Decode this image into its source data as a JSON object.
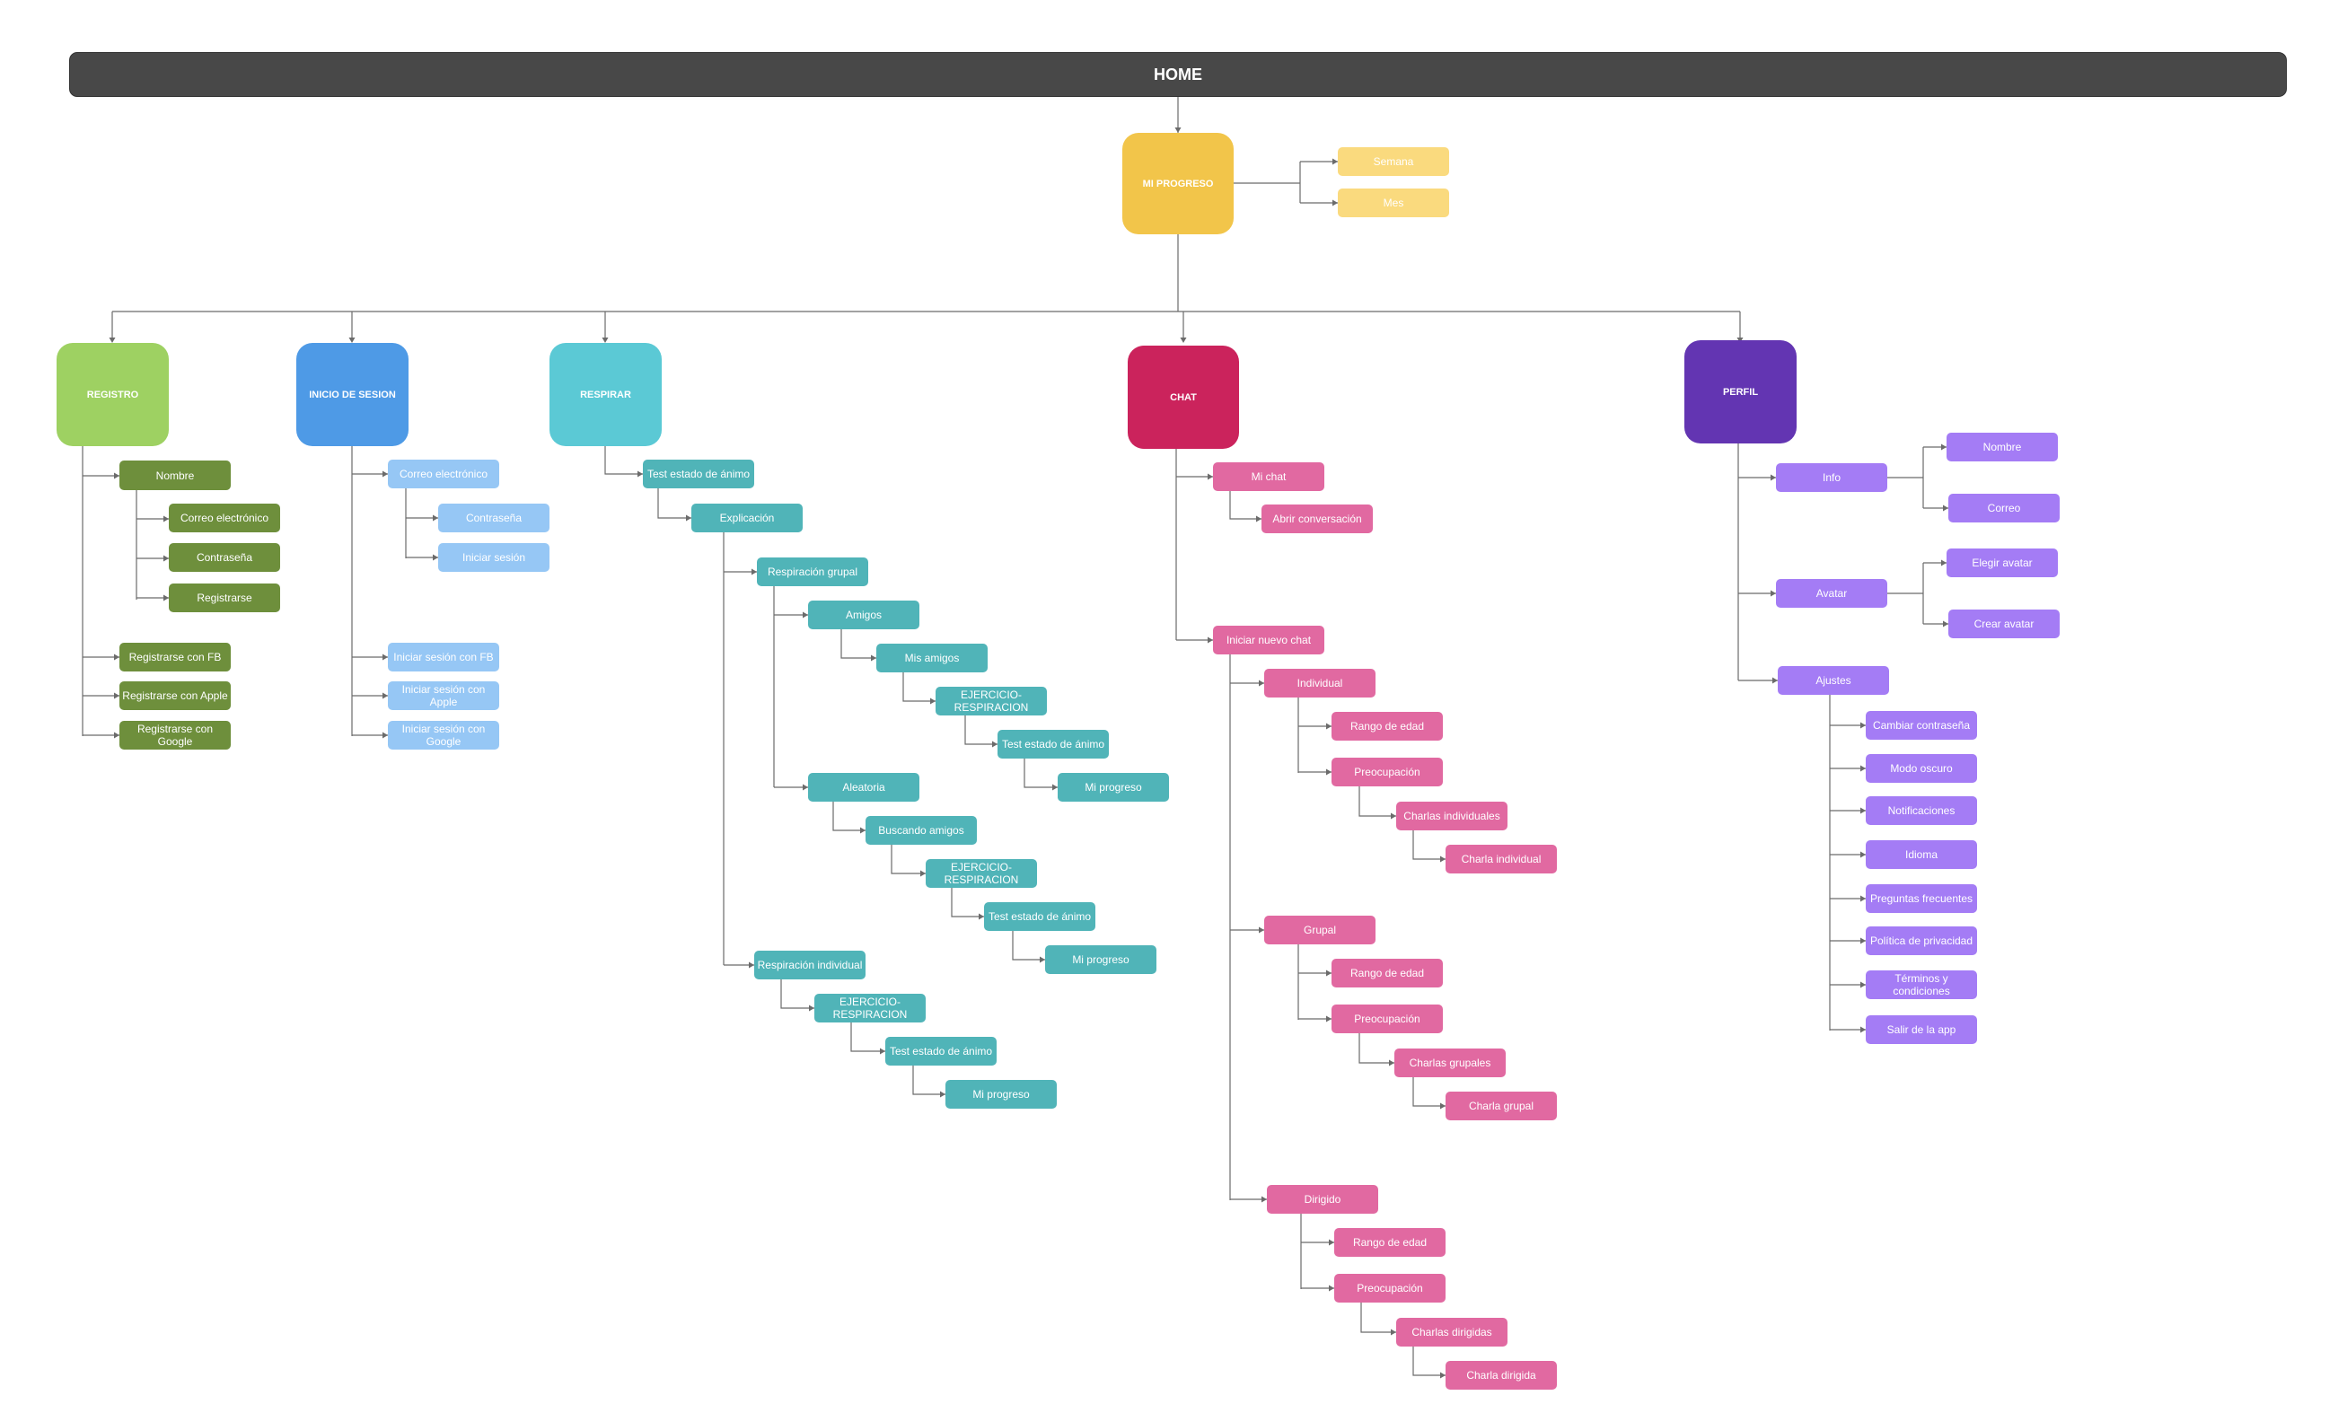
{
  "title": "HOME",
  "colors": {
    "home_bar": "#484848",
    "progreso_main": "#f2c54a",
    "progreso_sub": "#fada7e",
    "registro_main": "#9ed162",
    "registro_sub": "#6e8f3c",
    "inicio_main": "#4e9ae6",
    "inicio_sub": "#96c7f5",
    "respirar_main": "#5bc9d5",
    "respirar_sub": "#50b4b8",
    "chat_main": "#cb235c",
    "chat_sub": "#e169a1",
    "perfil_main": "#6335b2",
    "perfil_sub": "#a47cf5",
    "connector": "#6b6b6b"
  },
  "nodes": {
    "mi_progreso": "MI PROGRESO",
    "semana": "Semana",
    "mes": "Mes",
    "registro": "REGISTRO",
    "reg_nombre": "Nombre",
    "reg_correo": "Correo electrónico",
    "reg_contrasena": "Contraseña",
    "reg_registrarse": "Registrarse",
    "reg_fb": "Registrarse con FB",
    "reg_apple": "Registrarse con Apple",
    "reg_google": "Registrarse con Google",
    "inicio": "INICIO DE SESION",
    "ini_correo": "Correo electrónico",
    "ini_contrasena": "Contraseña",
    "ini_iniciar": "Iniciar sesión",
    "ini_fb": "Iniciar sesión con FB",
    "ini_apple": "Iniciar sesión con Apple",
    "ini_google": "Iniciar sesión con Google",
    "respirar": "RESPIRAR",
    "res_test": "Test estado de ánimo",
    "res_explicacion": "Explicación",
    "res_grupal": "Respiración grupal",
    "res_amigos": "Amigos",
    "res_mis_amigos": "Mis amigos",
    "res_ejercicio_1": "EJERCICIO-RESPIRACION",
    "res_test_1": "Test estado de ánimo",
    "res_progreso_1": "Mi progreso",
    "res_aleatoria": "Aleatoria",
    "res_buscando": "Buscando amigos",
    "res_ejercicio_2": "EJERCICIO-RESPIRACION",
    "res_test_2": "Test estado de ánimo",
    "res_progreso_2": "Mi progreso",
    "res_individual": "Respiración individual",
    "res_ejercicio_3": "EJERCICIO-RESPIRACION",
    "res_test_3": "Test estado de ánimo",
    "res_progreso_3": "Mi progreso",
    "chat": "CHAT",
    "chat_mi_chat": "Mi chat",
    "chat_abrir": "Abrir conversación",
    "chat_iniciar": "Iniciar nuevo chat",
    "chat_individual": "Individual",
    "chat_ind_rango": "Rango de edad",
    "chat_ind_preocupacion": "Preocupación",
    "chat_ind_charlas": "Charlas individuales",
    "chat_ind_charla": "Charla individual",
    "chat_grupal": "Grupal",
    "chat_gru_rango": "Rango de edad",
    "chat_gru_preocupacion": "Preocupación",
    "chat_gru_charlas": "Charlas grupales",
    "chat_gru_charla": "Charla grupal",
    "chat_dirigido": "Dirigido",
    "chat_dir_rango": "Rango de edad",
    "chat_dir_preocupacion": "Preocupación",
    "chat_dir_charlas": "Charlas dirigidas",
    "chat_dir_charla": "Charla dirigida",
    "perfil": "PERFIL",
    "per_info": "Info",
    "per_nombre": "Nombre",
    "per_correo": "Correo",
    "per_avatar": "Avatar",
    "per_elegir": "Elegir avatar",
    "per_crear": "Crear avatar",
    "per_ajustes": "Ajustes",
    "per_cambiar": "Cambiar contraseña",
    "per_oscuro": "Modo oscuro",
    "per_notif": "Notificaciones",
    "per_idioma": "Idioma",
    "per_preguntas": "Preguntas frecuentes",
    "per_politica": "Política de privacidad",
    "per_terminos": "Términos y condiciones",
    "per_salir": "Salir de la app"
  }
}
